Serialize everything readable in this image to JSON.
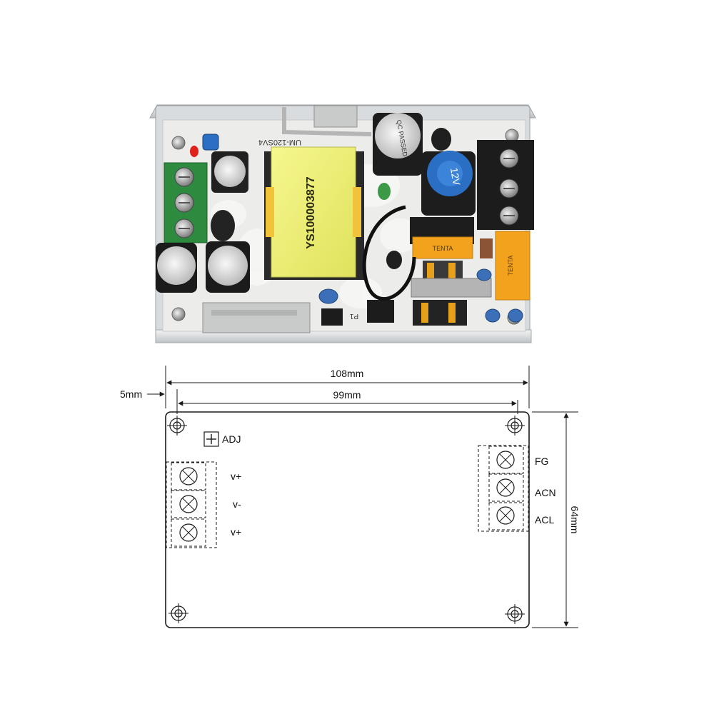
{
  "photo": {
    "transformer_marking": "YS100003877",
    "silkscreen_model": "UM-120SV4",
    "capacitor_qc_label": "QC PASSED",
    "capacitor_voltage_label": "12V",
    "inductor_brand_left": "TENTA",
    "inductor_brand_right": "TENTA",
    "ic_marking": "P1"
  },
  "dimensions": {
    "overall_width": "108mm",
    "hole_spacing": "99mm",
    "edge_offset": "5mm",
    "height": "64mm"
  },
  "adjust": {
    "label": "ADJ"
  },
  "output_terminals": [
    "v+",
    "v-",
    "v+"
  ],
  "input_terminals": [
    "FG",
    "ACN",
    "ACL"
  ],
  "colors": {
    "outline": "#1a1a1a",
    "pcb_white": "#ececea",
    "terminal_green": "#2e8a3e",
    "terminal_black": "#1c1c1c",
    "transformer_yellow": "#eef07a",
    "inductor_orange": "#f2a21c",
    "capacitor_black": "#202020",
    "capacitor_blue": "#2a6fc4",
    "led_red": "#e0201a"
  }
}
